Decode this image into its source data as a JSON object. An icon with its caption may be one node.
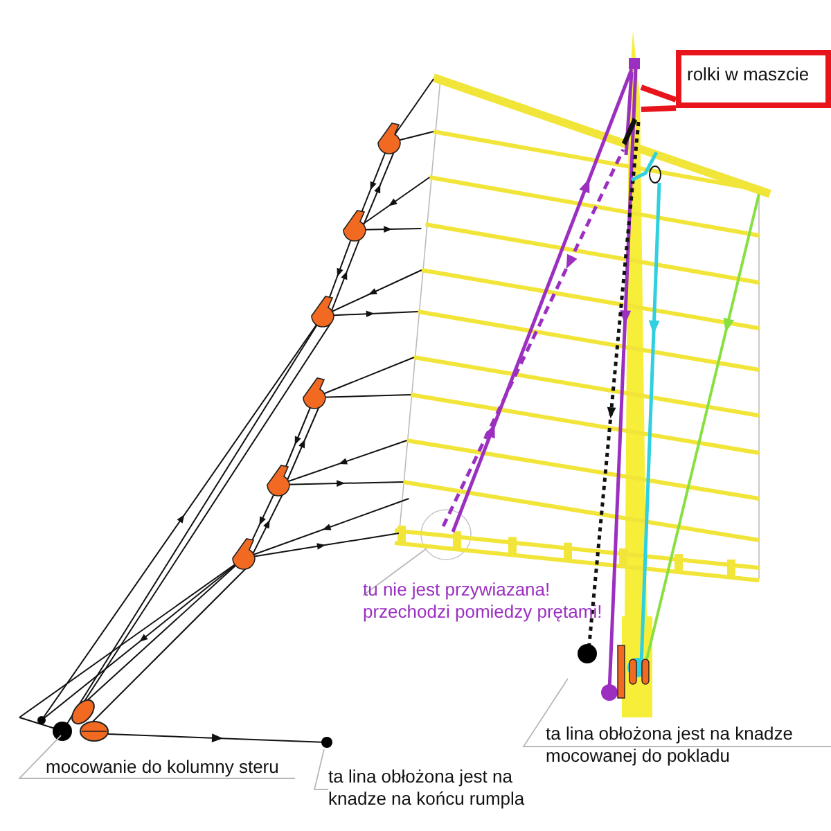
{
  "diagram": {
    "nodes": [
      {
        "text": [
          "rolki w maszcie"
        ]
      },
      {
        "text": [
          "mocowanie do kolumny steru"
        ]
      },
      {
        "text": [
          "ta lina obłożona jest na knadze na końcu rumpla"
        ]
      },
      {
        "text": [
          "ta lina obłożona jest na knadze mocowanej do pokladu"
        ]
      },
      {
        "text": [
          "tu nie jest przywiazana! przechodzi pomiedzy prętami!"
        ]
      },
      {
        "text": [],
        "shape": "circle"
      }
    ],
    "edges": [
      {
        "from": 0,
        "to": null,
        "arrow": "none",
        "style": "thick",
        "color": "#e8141c"
      },
      {
        "from": 0,
        "to": null,
        "arrow": "none",
        "style": "thick",
        "color": "#e8141c"
      },
      {
        "from": 1,
        "to": null,
        "arrow": "none"
      },
      {
        "from": 2,
        "to": null,
        "arrow": "none"
      },
      {
        "from": 3,
        "to": null,
        "arrow": "none"
      },
      {
        "from": 4,
        "to": 5,
        "arrow": "none"
      }
    ]
  }
}
